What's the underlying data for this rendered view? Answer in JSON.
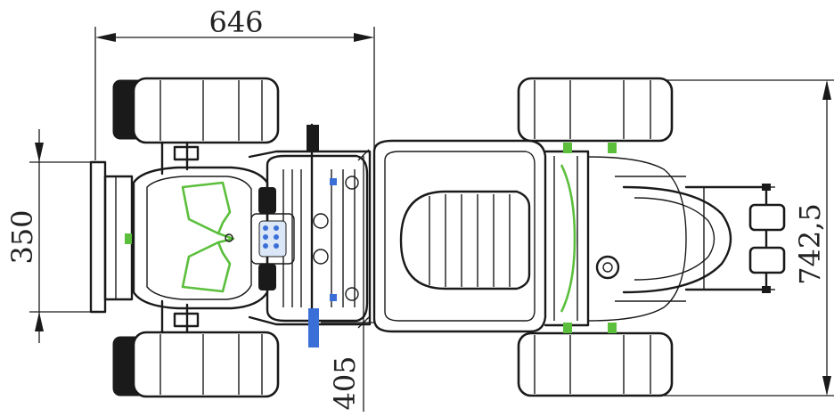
{
  "drawing": {
    "colors": {
      "line": "#1a1a1a",
      "accent_green": "#5bbf3c",
      "accent_blue": "#3b6fd8",
      "background": "#ffffff"
    },
    "dimensions": {
      "top_width": "646",
      "left_height": "350",
      "bottom_offset": "405",
      "right_height": "742,5"
    }
  }
}
